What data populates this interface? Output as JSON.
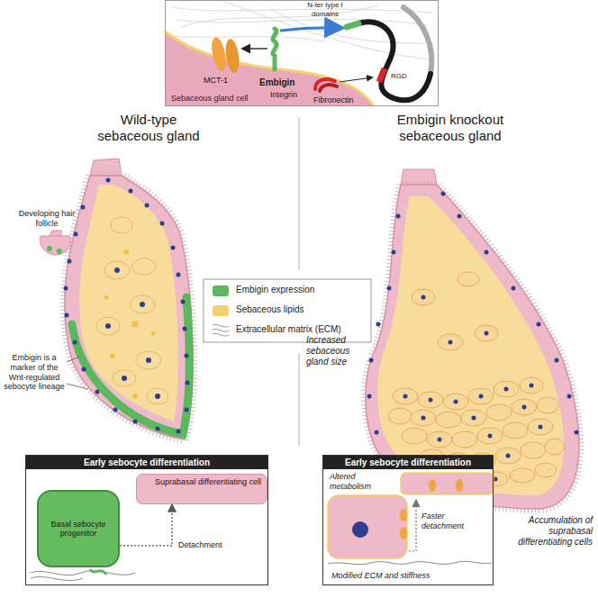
{
  "diagram": {
    "nodes": [
      {
        "text": [
          "Sebaceous gland cell"
        ]
      },
      {
        "text": [
          "Early sebocyte differentiation"
        ]
      },
      {
        "text": [
          "Suprabasal differentiating cell"
        ],
        "in": 1
      },
      {
        "text": [
          "Basal sebocyte progenitor"
        ],
        "in": 1
      },
      {
        "text": [
          "Early sebocyte differentiation"
        ]
      }
    ],
    "edges": [
      {
        "from": 3,
        "to": 2,
        "label": "Detachment",
        "arrow": "to"
      }
    ],
    "labels": [
      "MCT-1",
      "Embigin",
      "N-ter type I domains",
      "RGD",
      "Integrin",
      "Fibronectin",
      "Wild-type sebaceous gland",
      "Embigin knockout sebaceous gland",
      "Developing hair follicle",
      "Embigin is a marker of the Wnt-regulated sebocyte lineage",
      "Increased sebaceous gland size",
      "Accumulation of suprabasal differentiating cells",
      "Altered metabolism",
      "Faster detachment",
      "Modified ECM and stiffness"
    ],
    "legend": [
      {
        "text": "Embigin expression",
        "color": "#5cb85c"
      },
      {
        "text": "Sebaceous lipids",
        "color": "#f5d06e"
      },
      {
        "text": "Extracellular matrix (ECM)"
      }
    ]
  }
}
